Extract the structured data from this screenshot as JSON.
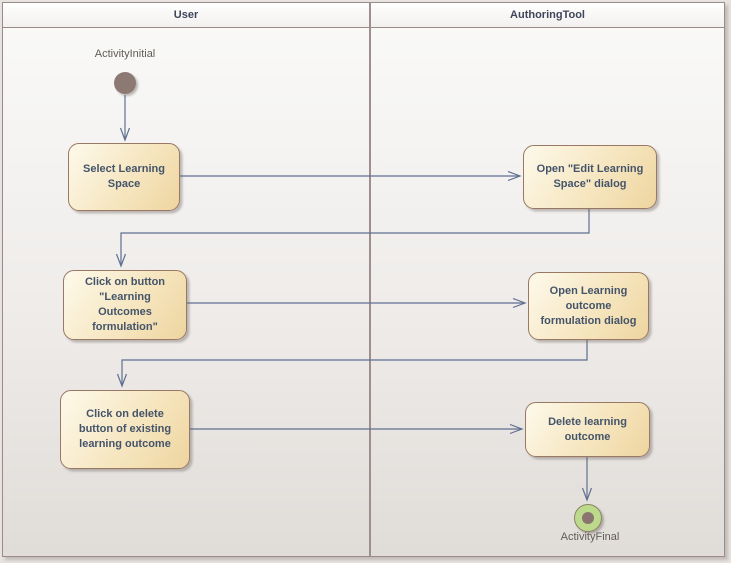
{
  "lanes": [
    {
      "title": "User"
    },
    {
      "title": "AuthoringTool"
    }
  ],
  "nodes": {
    "initial": {
      "label": "ActivityInitial"
    },
    "final": {
      "label": "ActivityFinal"
    },
    "actions": [
      {
        "id": "select-learning-space",
        "lane": "User",
        "text": "Select Learning\nSpace"
      },
      {
        "id": "open-edit-learning-space-dialog",
        "lane": "AuthoringTool",
        "text": "Open \"Edit Learning\nSpace\" dialog"
      },
      {
        "id": "click-learning-outcomes-button",
        "lane": "User",
        "text": "Click on button\n\"Learning\nOutcomes\nformulation\""
      },
      {
        "id": "open-learning-outcome-formulation-dialog",
        "lane": "AuthoringTool",
        "text": "Open Learning\noutcome\nformulation dialog"
      },
      {
        "id": "click-delete-button",
        "lane": "User",
        "text": "Click on delete\nbutton of existing\nlearning outcome"
      },
      {
        "id": "delete-learning-outcome",
        "lane": "AuthoringTool",
        "text": "Delete learning\noutcome"
      }
    ]
  },
  "edges": [
    {
      "from": "ActivityInitial",
      "to": "Select Learning Space"
    },
    {
      "from": "Select Learning Space",
      "to": "Open \"Edit Learning Space\" dialog"
    },
    {
      "from": "Open \"Edit Learning Space\" dialog",
      "to": "Click on button \"Learning Outcomes formulation\""
    },
    {
      "from": "Click on button \"Learning Outcomes formulation\"",
      "to": "Open Learning outcome formulation dialog"
    },
    {
      "from": "Open Learning outcome formulation dialog",
      "to": "Click on delete button of existing learning outcome"
    },
    {
      "from": "Click on delete button of existing learning outcome",
      "to": "Delete learning outcome"
    },
    {
      "from": "Delete learning outcome",
      "to": "ActivityFinal"
    }
  ],
  "colors": {
    "action_fill_light": "#fdf9ea",
    "action_fill_dark": "#eed5a0",
    "action_border": "#997864",
    "action_text": "#44546a",
    "connector": "#5f7090",
    "lane_border": "#9a8b89",
    "initial_fill": "#8d7973",
    "final_outer_fill": "#bcd98c",
    "final_inner_fill": "#8a7470",
    "node_label_text": "#615c56",
    "background": "#e7e3e0"
  }
}
